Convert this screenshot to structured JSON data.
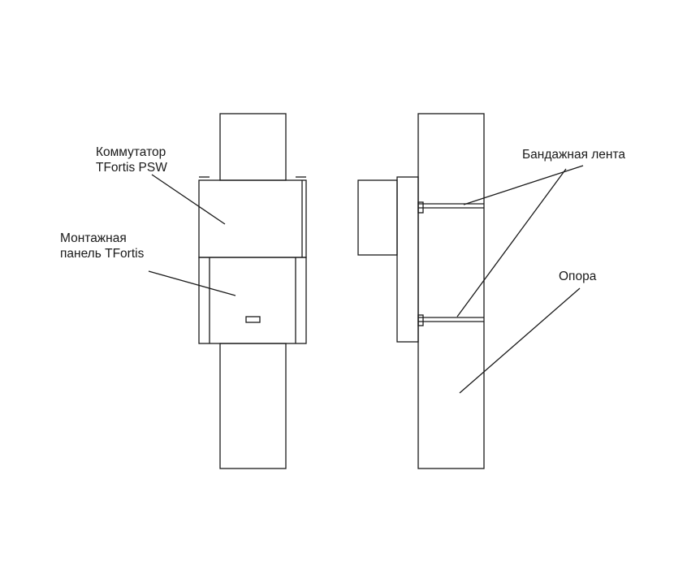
{
  "labels": {
    "switch_line1": "Коммутатор",
    "switch_line2": "TFortis PSW",
    "panel_line1": "Монтажная",
    "panel_line2": "панель TFortis",
    "band": "Бандажная лента",
    "pole": "Опора"
  },
  "colors": {
    "stroke": "#1a1a1a",
    "background": "#ffffff"
  }
}
